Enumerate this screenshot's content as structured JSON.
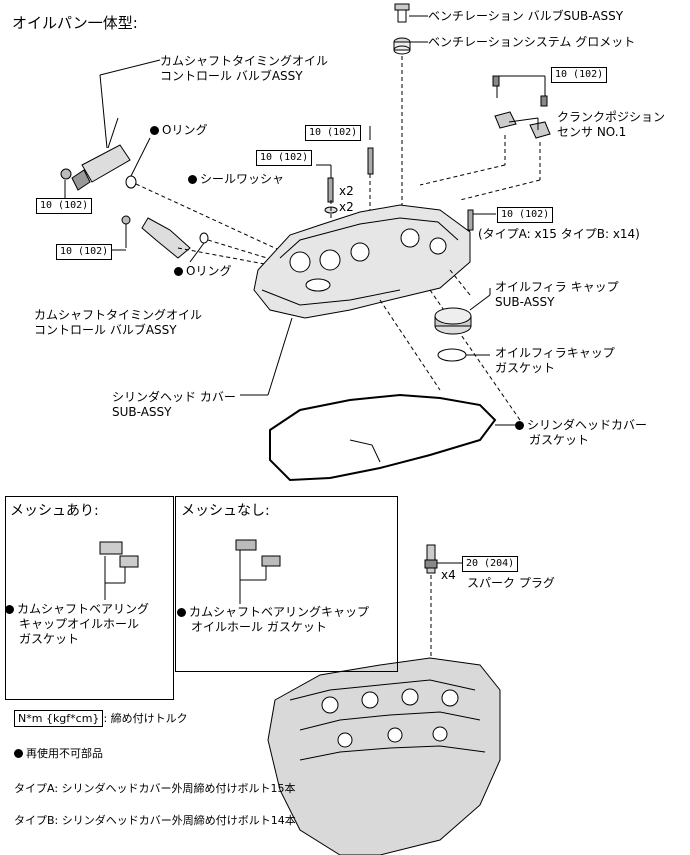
{
  "title": "オイルパン一体型:",
  "labels": {
    "vent_valve": "ベンチレーション バルブSUB-ASSY",
    "vent_grommet": "ベンチレーションシステム グロメット",
    "ocv_top_1": "カムシャフトタイミングオイル",
    "ocv_top_2": "コントロール バルブASSY",
    "oring_top": "Oリング",
    "crank_sensor_1": "クランクポジション",
    "crank_sensor_2": "センサ NO.1",
    "seal_washer": "シールワッシャ",
    "x2_a": "x2",
    "x2_b": "x2",
    "type_note": "(タイプA: x15  タイプB: x14)",
    "oring_mid": "Oリング",
    "ocv_bottom_1": "カムシャフトタイミングオイル",
    "ocv_bottom_2": "コントロール バルブASSY",
    "filler_cap_1": "オイルフィラ キャップ",
    "filler_cap_2": "SUB-ASSY",
    "filler_gasket_1": "オイルフィラキャップ",
    "filler_gasket_2": "ガスケット",
    "head_cover_1": "シリンダヘッド カバー",
    "head_cover_2": "SUB-ASSY",
    "head_gasket_1": "シリンダヘッドカバー",
    "head_gasket_2": "ガスケット",
    "x4": "x4",
    "spark_plug": "スパーク プラグ"
  },
  "torques": {
    "t_vent": "10 (102)",
    "t_bolt_a": "10 (102)",
    "t_bolt_b": "10 (102)",
    "t_ocv_top": "10 (102)",
    "t_ocv_bottom": "10 (102)",
    "t_cover": "10 (102)",
    "t_spark": "20 (204)"
  },
  "mesh_with": {
    "title": "メッシュあり:",
    "label_1": "カムシャフトベアリング",
    "label_2": "キャップオイルホール",
    "label_3": "ガスケット"
  },
  "mesh_without": {
    "title": "メッシュなし:",
    "label_1": "カムシャフトベアリングキャップ",
    "label_2": "オイルホール ガスケット"
  },
  "legend": {
    "torque_box": "N*m {kgf*cm}",
    "torque_text": ": 締め付けトルク",
    "non_reusable": "再使用不可部品",
    "type_a": "タイプA: シリンダヘッドカバー外周締め付けボルト15本",
    "type_b": "タイプB: シリンダヘッドカバー外周締め付けボルト14本"
  }
}
